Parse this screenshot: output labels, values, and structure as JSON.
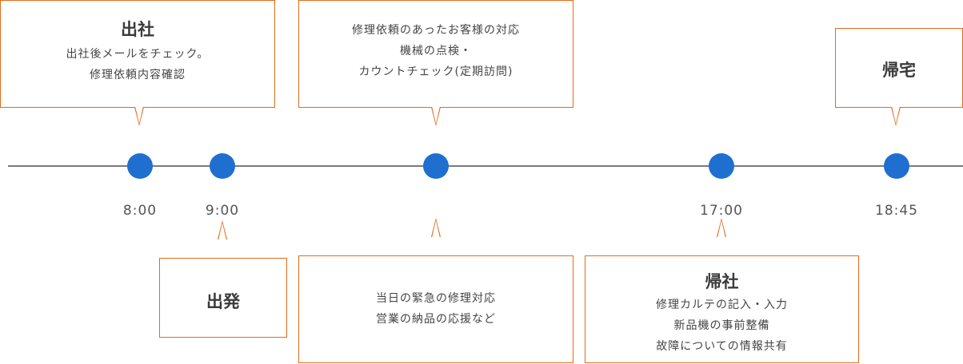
{
  "timeline": {
    "times": {
      "t1": "8:00",
      "t2": "9:00",
      "t5": "17:00",
      "t6": "18:45"
    }
  },
  "callouts": {
    "shussha": {
      "title": "出社",
      "lines": [
        "出社後メールをチェック。",
        "修理依頼内容確認"
      ]
    },
    "shuppatsu": {
      "title": "出発"
    },
    "visit": {
      "lines": [
        "修理依頼のあったお客様の対応",
        "機械の点検・",
        "カウントチェック(定期訪問)"
      ]
    },
    "urgent": {
      "lines": [
        "当日の緊急の修理対応",
        "営業の納品の応援など"
      ]
    },
    "kisha": {
      "title": "帰社",
      "lines": [
        "修理カルテの記入・入力",
        "新品機の事前整備",
        "故障についての情報共有"
      ]
    },
    "kitaku": {
      "title": "帰宅"
    }
  },
  "colors": {
    "dot": "#1f6fd0",
    "border": "#e26b1a",
    "line": "#7a7a7a"
  }
}
